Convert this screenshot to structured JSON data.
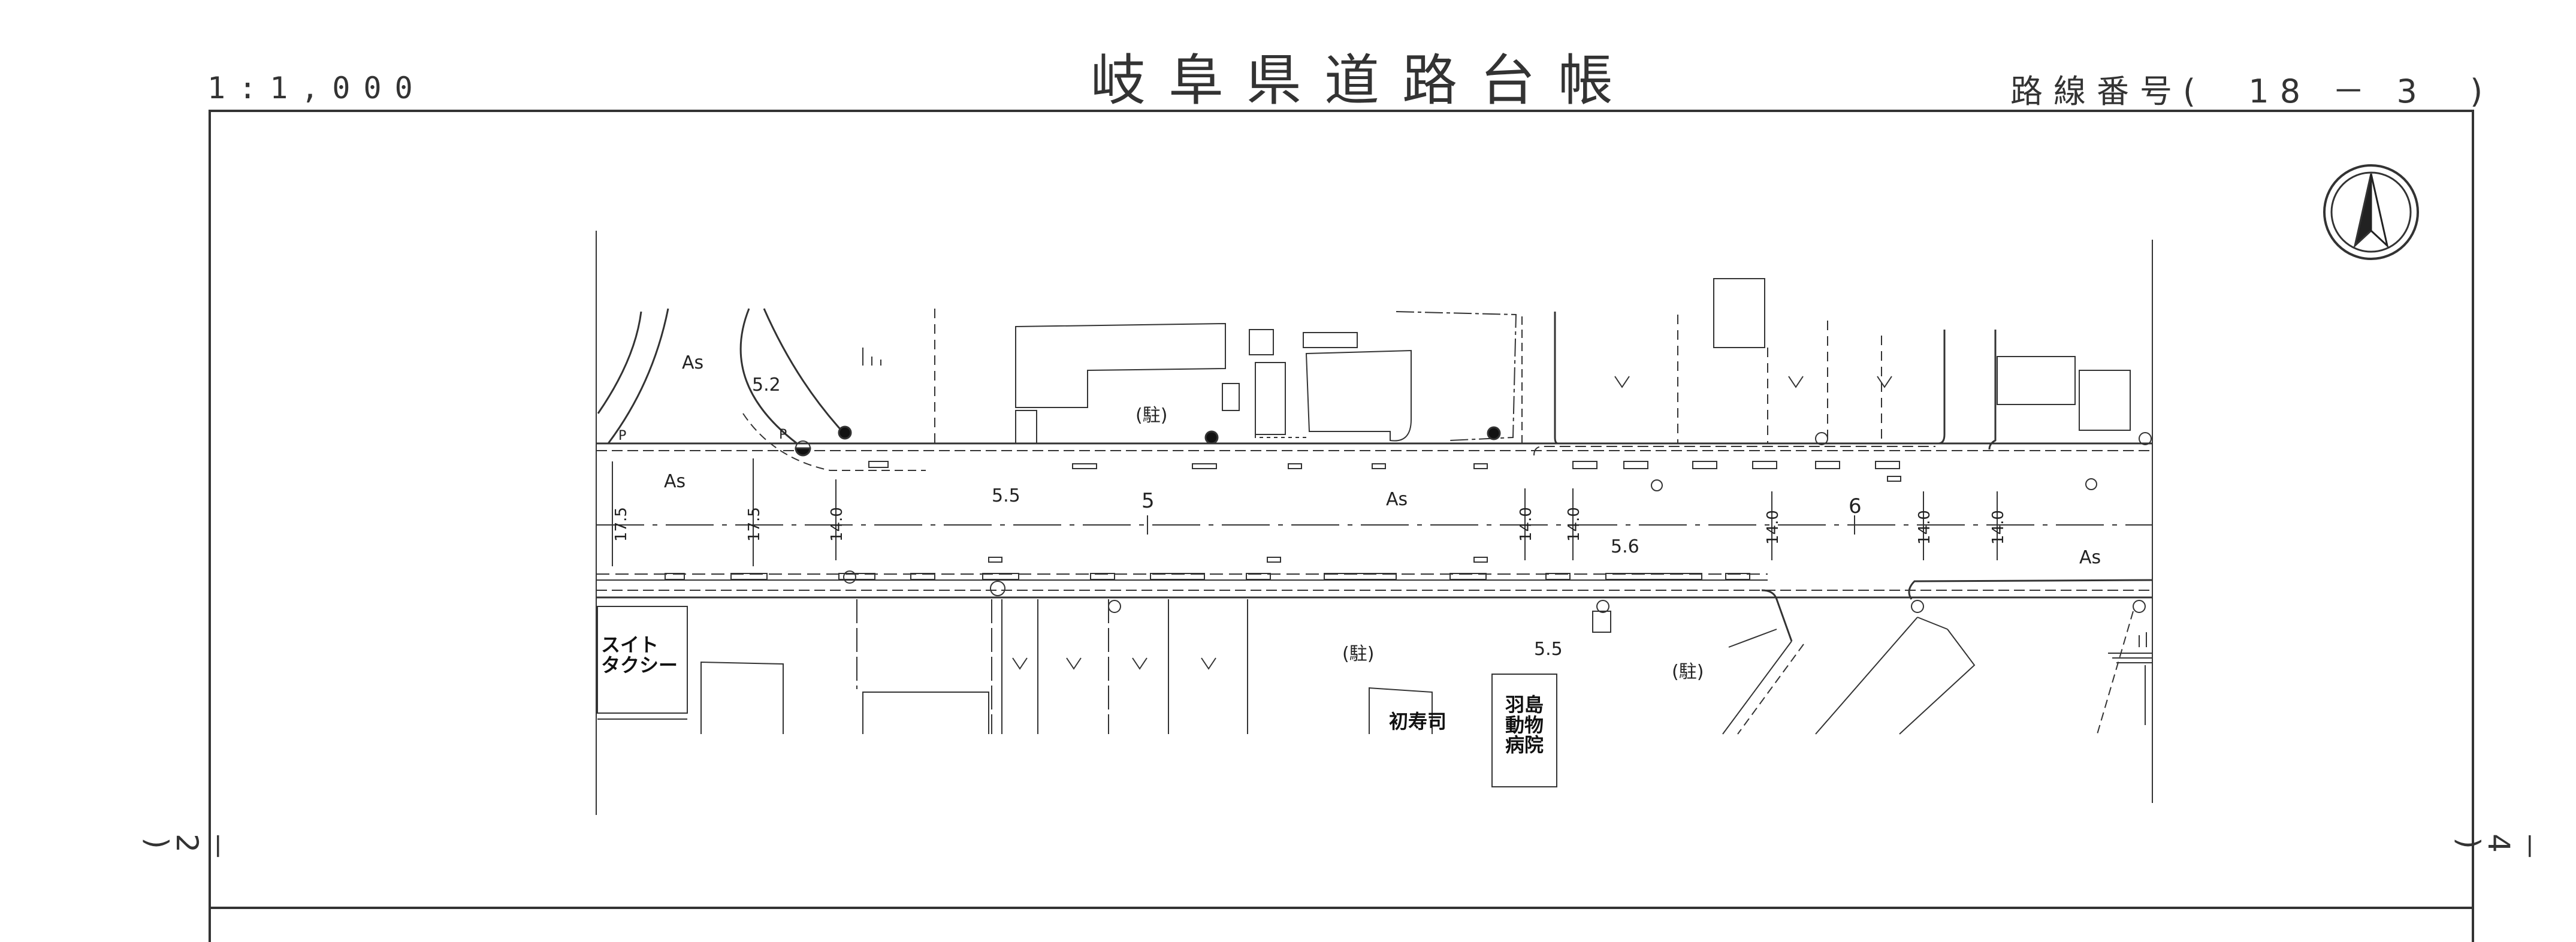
{
  "header": {
    "title": "岐阜県道路台帳",
    "scale": "1:1,000",
    "route_label": "路線番号",
    "route_number": "(  18 － 3  )"
  },
  "sheet": {
    "left_page": "－ 2 )",
    "right_page": "－ 4 )"
  },
  "map": {
    "surface_labels": [
      "As",
      "As",
      "As",
      "As"
    ],
    "widths": {
      "w1": "5.2",
      "w2": "5.5",
      "w3": "5",
      "w4": "5.6",
      "w5": "6",
      "w6": "5.5",
      "v1": "17.5",
      "v2": "17.5",
      "v3": "14.0",
      "v4": "14.0",
      "v5": "14.0",
      "v6": "14.0",
      "v7": "14.0",
      "v8": "14.0"
    },
    "parking": [
      "(駐)",
      "(駐)",
      "(駐)"
    ],
    "p_marks": [
      "P",
      "P"
    ],
    "places": {
      "taxi_line1": "スイト",
      "taxi_line2": "タクシー",
      "sushi": "初寿司",
      "vet_line1": "羽島",
      "vet_line2": "動物",
      "vet_line3": "病院"
    }
  }
}
